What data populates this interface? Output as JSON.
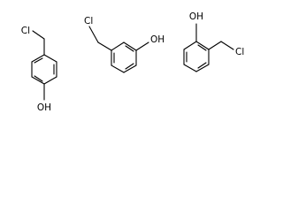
{
  "molecules": [
    {
      "name": "4-(chloromethyl)phenol",
      "chloro_label": "Cl",
      "hydroxyl_label": "OH"
    },
    {
      "name": "3-(chloromethyl)phenol",
      "chloro_label": "Cl",
      "hydroxyl_label": "OH"
    },
    {
      "name": "2-(chloromethyl)phenol",
      "chloro_label": "Cl",
      "hydroxyl_label": "OH"
    }
  ],
  "colors": {
    "bond": "#000000",
    "background": "#ffffff"
  }
}
